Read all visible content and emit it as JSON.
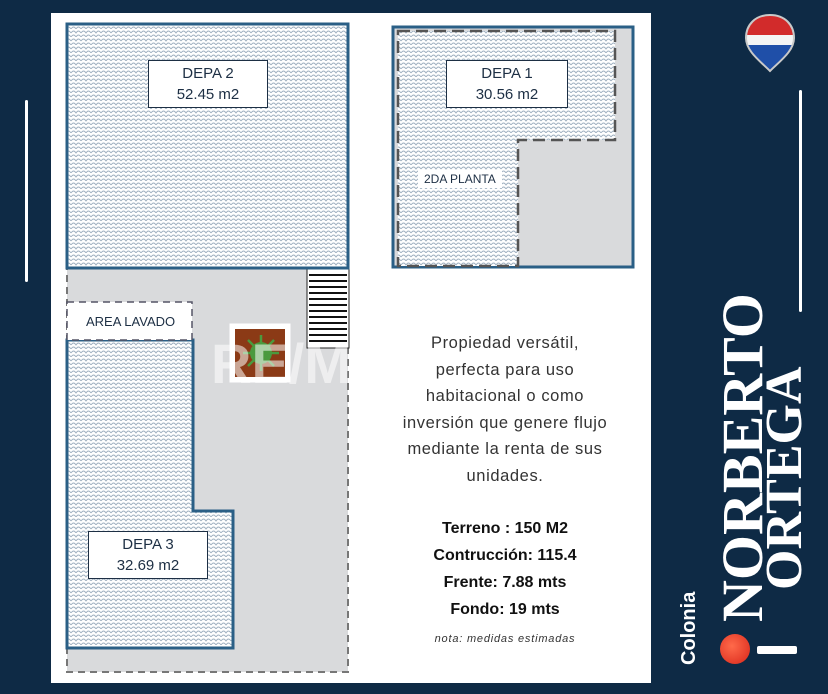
{
  "plan": {
    "depa2": {
      "name": "DEPA 2",
      "area": "52.45 m2"
    },
    "depa1": {
      "name": "DEPA 1",
      "area": "30.56 m2"
    },
    "depa3": {
      "name": "DEPA 3",
      "area": "32.69 m2"
    },
    "second_floor": "2DA PLANTA",
    "laundry": "AREA LAVADO",
    "watermark": "RE/MAX"
  },
  "description": [
    "Propiedad versátil,",
    "perfecta para uso",
    "habitacional o como",
    "inversión que genere flujo",
    "mediante la renta de sus",
    "unidades."
  ],
  "specs": {
    "terreno": "Terreno : 150 M2",
    "construccion": "Contrucción: 115.4",
    "frente": "Frente: 7.88 mts",
    "fondo": "Fondo: 19 mts"
  },
  "note": "nota: medidas estimadas",
  "sidebar": {
    "name_line1": "NORBERTO",
    "name_line2": "ORTEGA",
    "colonia": "Colonia"
  },
  "colors": {
    "navy": "#0e2a45",
    "plan_blue": "#2a5f86",
    "accent_red": "#e23a2a"
  }
}
